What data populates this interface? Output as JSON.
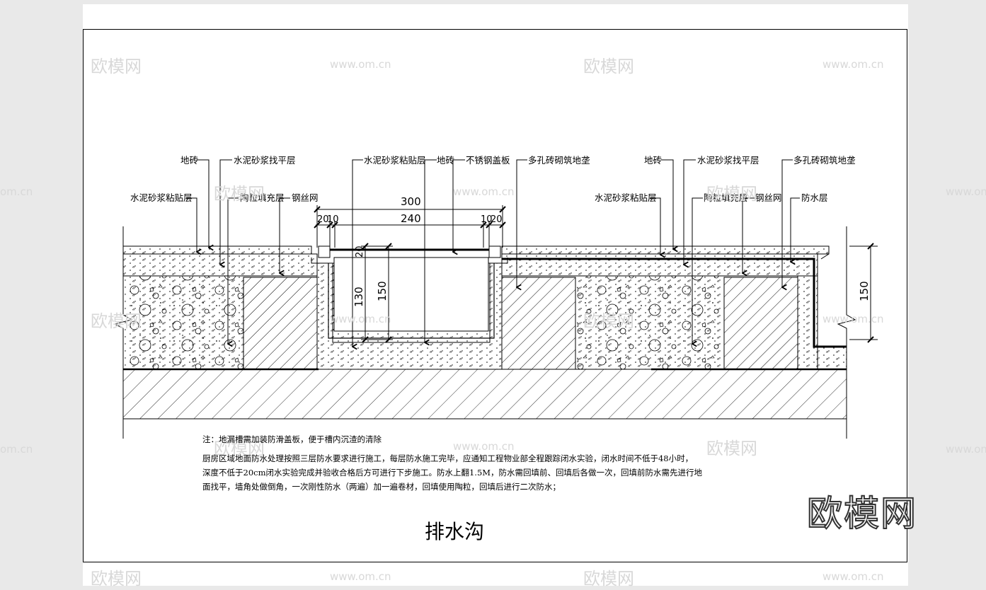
{
  "labels": {
    "tile_left": "地砖",
    "screed_left": "水泥砂浆找平层",
    "bond_left": "水泥砂浆粘贴层",
    "ceramsite_left": "陶粒填充层",
    "mesh_left": "钢丝网",
    "bond_center": "水泥砂浆粘贴层",
    "tile_center": "地砖",
    "steel_cover": "不锈钢盖板",
    "brick_pad": "多孔砖砌筑地垄",
    "tile_right": "地砖",
    "screed_right": "水泥砂浆找平层",
    "brick_pad_right": "多孔砖砌筑地垄",
    "bond_right": "水泥砂浆粘贴层",
    "ceramsite_right": "陶粒填充层",
    "mesh_right": "钢丝网",
    "waterproof": "防水层"
  },
  "dims": {
    "total": "300",
    "inner": "240",
    "left_a": "20",
    "left_b": "10",
    "right_a": "10",
    "right_b": "20",
    "depth_20": "20",
    "depth_130": "130",
    "depth_150": "150",
    "right_150": "150"
  },
  "notes": {
    "line1": "注：地漏槽需加装防滑盖板，便于槽内沉渣的清除",
    "line2": "厨房区域地面防水处理按照三层防水要求进行施工，每层防水施工完毕，应通知工程物业部全程跟踪闭水实验，闭水时间不低于48小时，",
    "line3": "深度不低于20cm闭水实验完成并验收合格后方可进行下步施工。防水上翻1.5M，防水需回填前、回填后各做一次，回填前防水需先进行地",
    "line4": "面找平，墙角处做倒角，一次刚性防水（两遍）加一遍卷材，回填使用陶粒，回填后进行二次防水；"
  },
  "title": "排水沟",
  "watermark": {
    "brand": "欧模网",
    "url": "www.om.cn",
    "url_short": "om.cn"
  }
}
